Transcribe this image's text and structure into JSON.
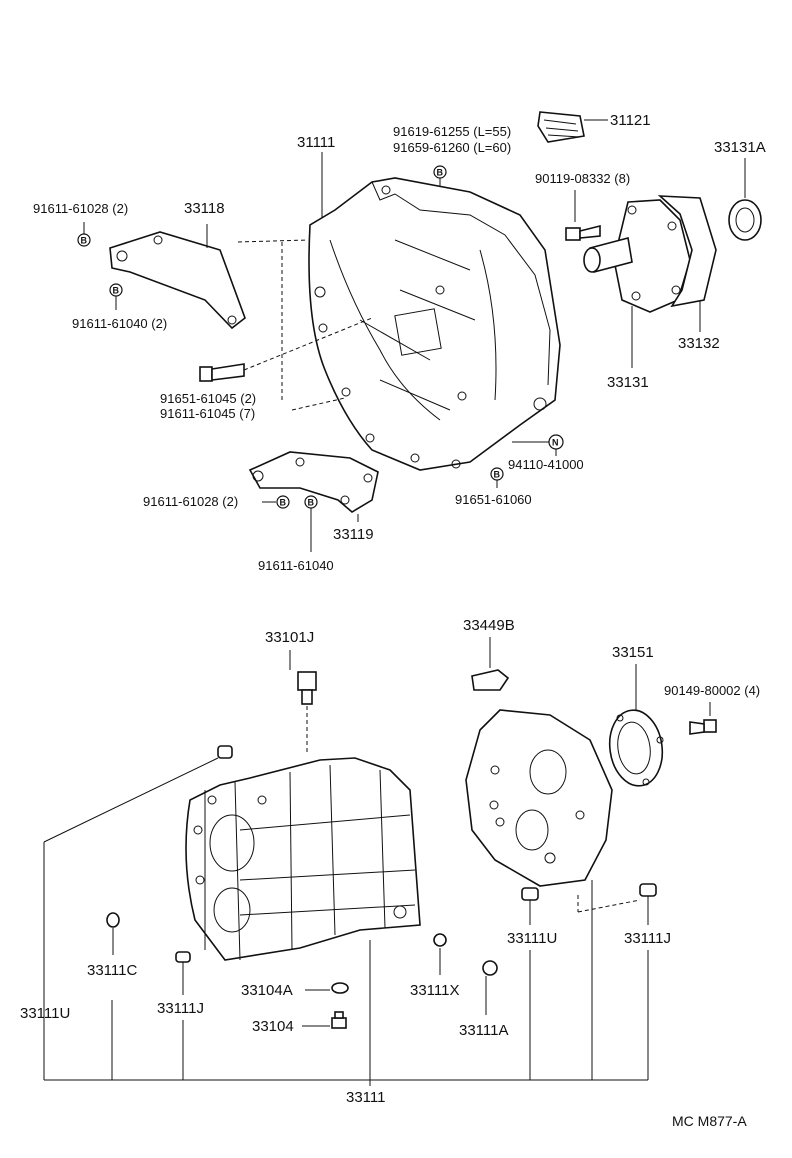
{
  "labels": {
    "p31121": "31121",
    "p91619_61255": "91619-61255 (L=55)",
    "p91659_61260": "91659-61260 (L=60)",
    "p31111": "31111",
    "p33131A": "33131A",
    "p90119_08332": "90119-08332 (8)",
    "p91611_61028_top": "91611-61028 (2)",
    "p33118": "33118",
    "p91611_61040_top": "91611-61040 (2)",
    "p33132": "33132",
    "p33131": "33131",
    "p91651_61045": "91651-61045 (2)",
    "p91611_61045": "91611-61045 (7)",
    "p94110_41000": "94110-41000",
    "p91651_61060": "91651-61060",
    "p91611_61028_bot": "91611-61028 (2)",
    "p33119": "33119",
    "p91611_61040_bot": "91611-61040",
    "p33101J": "33101J",
    "p33449B": "33449B",
    "p33151": "33151",
    "p90149_80002": "90149-80002 (4)",
    "p33111U_left": "33111U",
    "p33111C": "33111C",
    "p33111J_left": "33111J",
    "p33104A": "33104A",
    "p33104": "33104",
    "p33111X": "33111X",
    "p33111A": "33111A",
    "p33111U_right": "33111U",
    "p33111J_right": "33111J",
    "p33111": "33111",
    "code": "MC M877-A"
  },
  "badges": {
    "b": "B",
    "n": "N"
  }
}
